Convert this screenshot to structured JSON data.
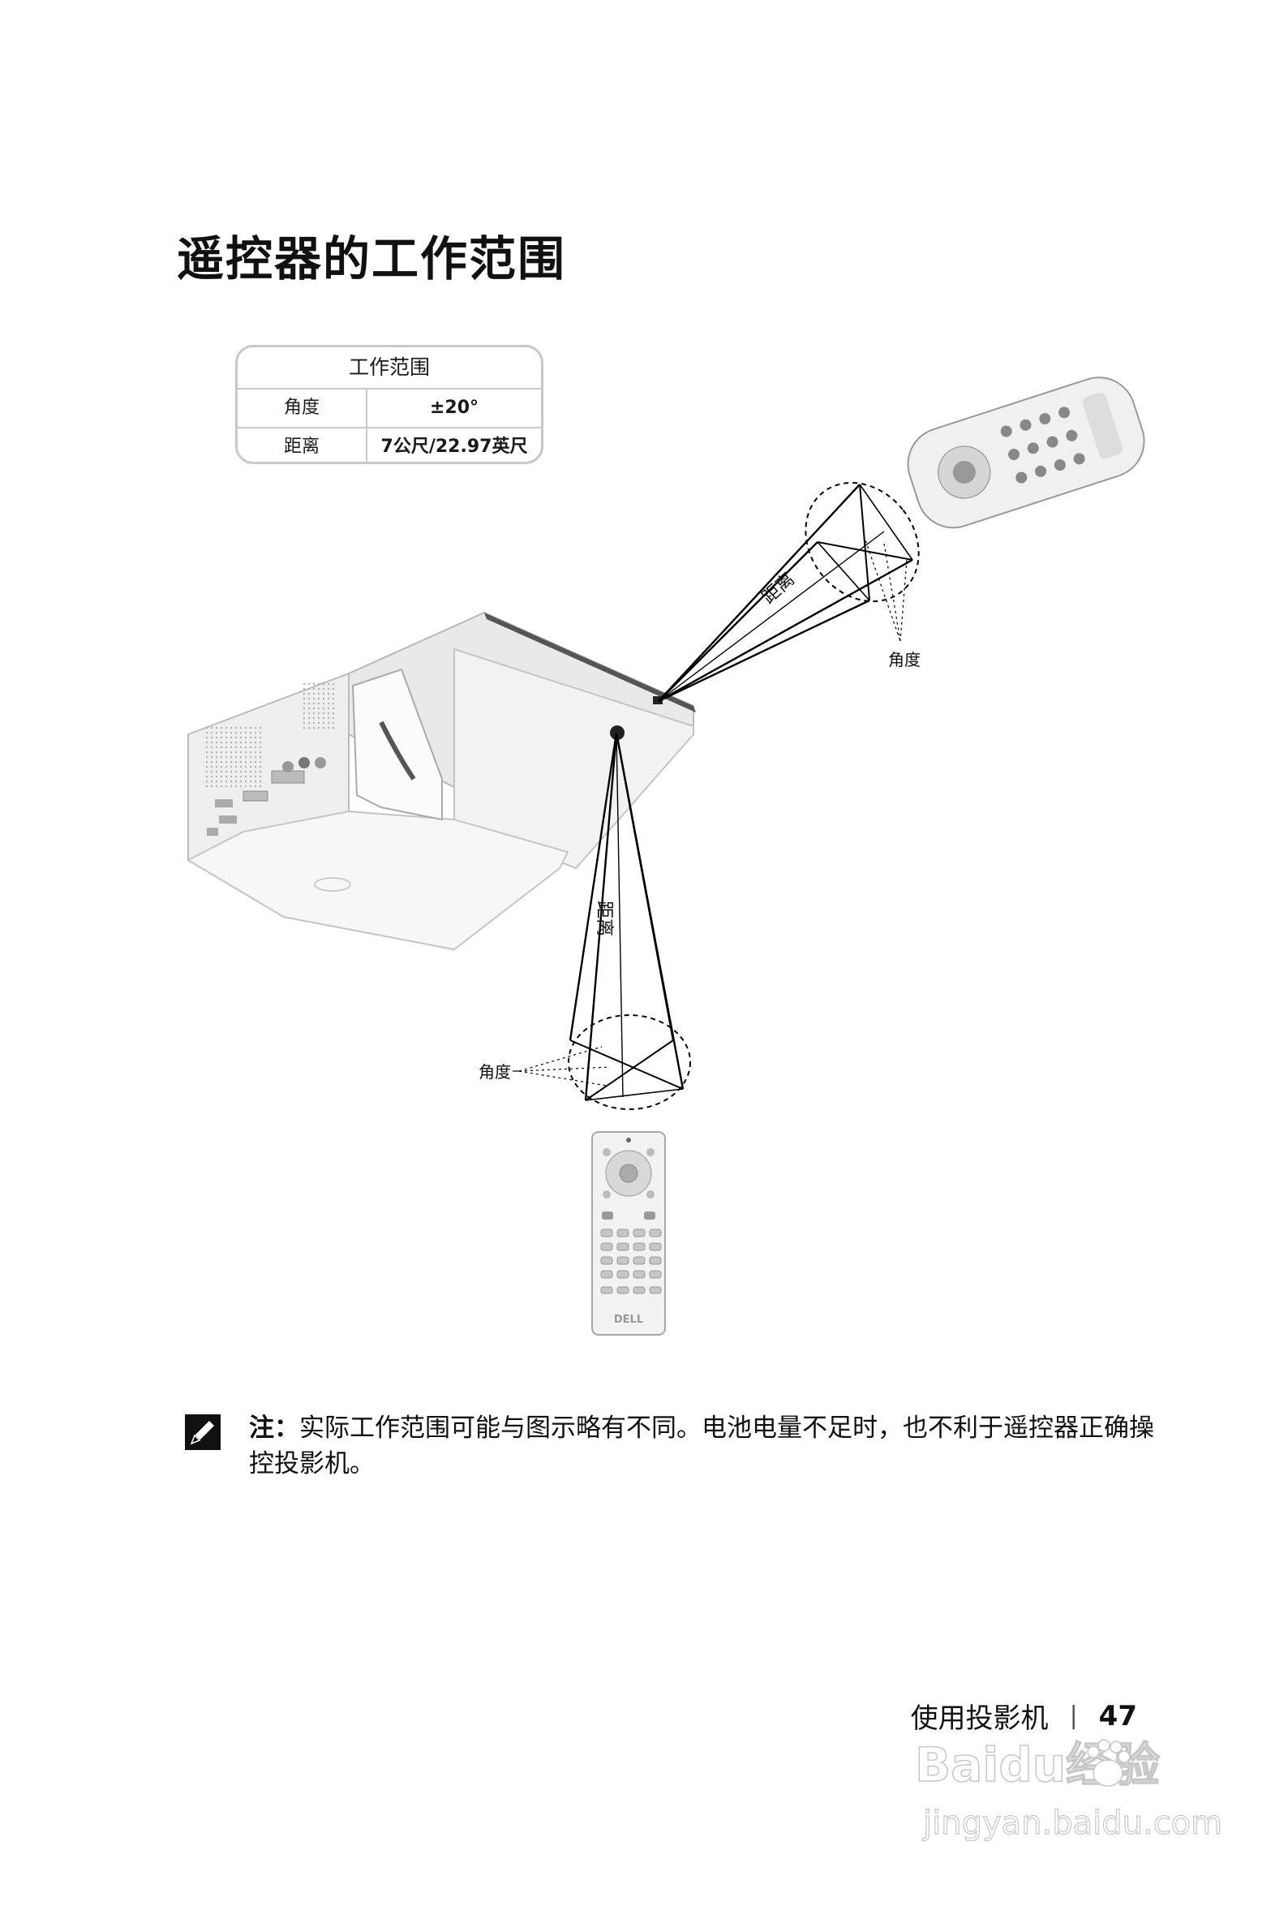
{
  "title": "遥控器的工作范围",
  "table": {
    "header": "工作范围",
    "rows": [
      {
        "label": "角度",
        "value": "±20°"
      },
      {
        "label": "距离",
        "value": "7公尺/22.97英尺"
      }
    ]
  },
  "diagram": {
    "distance_label": "距离",
    "angle_label": "角度",
    "remote_brand": "DELL"
  },
  "note": {
    "label": "注：",
    "text": "实际工作范围可能与图示略有不同。电池电量不足时，也不利于遥控器正确操控投影机。"
  },
  "footer": {
    "section": "使用投影机",
    "separator": "|",
    "page_number": "47"
  },
  "watermark": {
    "brand": "Baidu经验",
    "url": "jingyan.baidu.com"
  },
  "icons": [
    "note-pencil-icon",
    "paw-icon"
  ]
}
